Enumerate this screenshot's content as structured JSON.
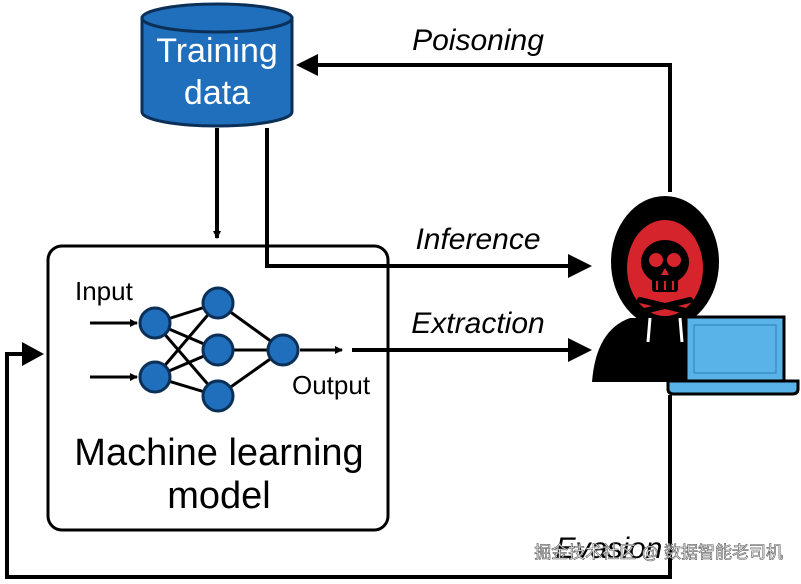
{
  "training_data": {
    "line1": "Training",
    "line2": "data",
    "color": "#1f6fbd"
  },
  "model": {
    "line1": "Machine learning",
    "line2": "model"
  },
  "network": {
    "input_label": "Input",
    "output_label": "Output",
    "node_color": "#1f6fbd"
  },
  "attacks": {
    "poisoning": "Poisoning",
    "inference": "Inference",
    "extraction": "Extraction",
    "evasion": "Evasion"
  },
  "attacker": {
    "face_color": "#d6242d",
    "laptop_color": "#59b3e8"
  },
  "watermark": "掘金技术社区 @ 数据智能老司机"
}
